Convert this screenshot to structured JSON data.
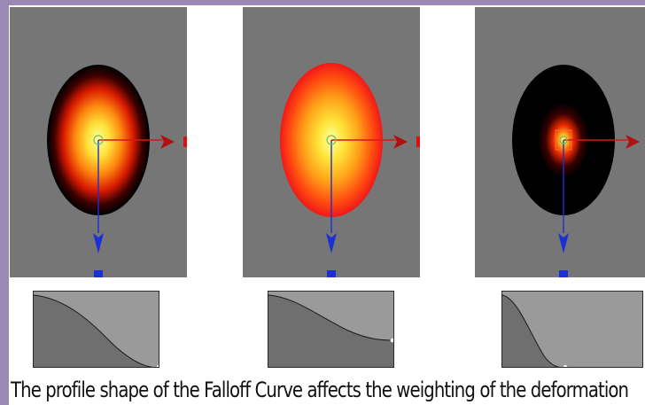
{
  "caption": "The profile shape of the Falloff Curve affects the weighting of the deformation",
  "colors": {
    "frame": "#9c88b5",
    "viewport_bg": "#767676",
    "graph_dark": "#6f6f6f",
    "graph_light": "#9a9a9a",
    "gizmo_red": "#d11a1a",
    "gizmo_blue": "#1b2fd6"
  },
  "panels": [
    {
      "name": "linear-falloff",
      "icons": [
        "falloff-heat-blob",
        "x-axis-arrow-icon",
        "y-axis-arrow-icon"
      ]
    },
    {
      "name": "broad-falloff",
      "icons": [
        "falloff-heat-blob",
        "x-axis-arrow-icon",
        "y-axis-arrow-icon"
      ]
    },
    {
      "name": "sharp-falloff",
      "icons": [
        "falloff-heat-blob",
        "x-axis-arrow-icon",
        "y-axis-arrow-icon"
      ]
    }
  ]
}
